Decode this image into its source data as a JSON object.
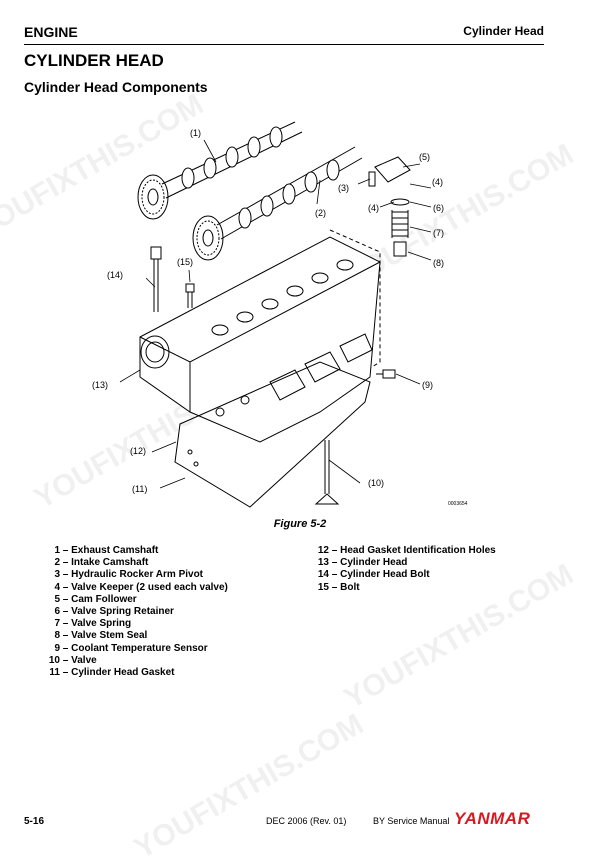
{
  "header": {
    "section": "ENGINE",
    "topic": "Cylinder Head"
  },
  "title": "CYLINDER HEAD",
  "subtitle": "Cylinder Head Components",
  "figure": {
    "callouts": [
      "(1)",
      "(2)",
      "(3)",
      "(4)",
      "(4)",
      "(5)",
      "(6)",
      "(7)",
      "(8)",
      "(9)",
      "(10)",
      "(11)",
      "(12)",
      "(13)",
      "(14)",
      "(15)"
    ],
    "figure_id": "0003654",
    "caption": "Figure 5-2"
  },
  "legend_left": [
    {
      "num": "1",
      "text": "– Exhaust Camshaft"
    },
    {
      "num": "2",
      "text": "– Intake Camshaft"
    },
    {
      "num": "3",
      "text": "– Hydraulic Rocker Arm Pivot"
    },
    {
      "num": "4",
      "text": "– Valve Keeper (2 used each valve)"
    },
    {
      "num": "5",
      "text": "– Cam Follower"
    },
    {
      "num": "6",
      "text": "– Valve Spring Retainer"
    },
    {
      "num": "7",
      "text": "– Valve Spring"
    },
    {
      "num": "8",
      "text": "– Valve Stem Seal"
    },
    {
      "num": "9",
      "text": "– Coolant Temperature Sensor"
    },
    {
      "num": "10",
      "text": "– Valve"
    },
    {
      "num": "11",
      "text": "– Cylinder Head Gasket"
    }
  ],
  "legend_right": [
    {
      "num": "12",
      "text": "– Head Gasket Identification Holes"
    },
    {
      "num": "13",
      "text": "– Cylinder Head"
    },
    {
      "num": "14",
      "text": "– Cylinder Head Bolt"
    },
    {
      "num": "15",
      "text": "– Bolt"
    }
  ],
  "footer": {
    "page": "5-16",
    "date": "DEC 2006 (Rev. 01)",
    "manual": "BY Service Manual",
    "brand": "YANMAR"
  },
  "watermark": "YOUFIXTHIS.COM",
  "colors": {
    "brand": "#d71920"
  }
}
